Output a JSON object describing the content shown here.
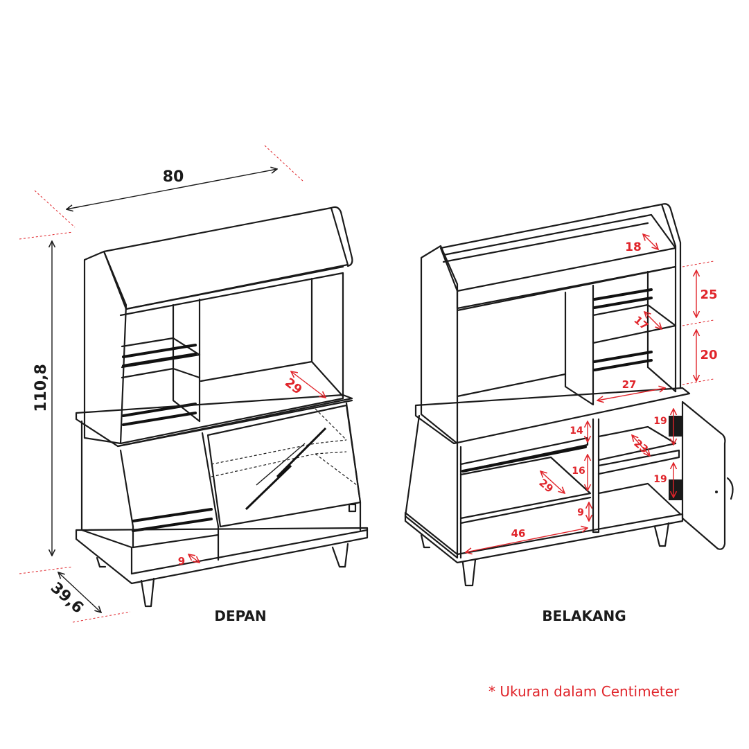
{
  "overall_dims": {
    "width": "80",
    "height": "110,8",
    "depth": "39,6"
  },
  "views": {
    "front": "DEPAN",
    "back": "BELAKANG"
  },
  "front_dims": {
    "top_shelf_depth": "29",
    "bottom_gap": "9"
  },
  "back_dims": {
    "hutch_top": "18",
    "hutch_upper_height": "25",
    "hutch_lower_height": "20",
    "hutch_shelf_depth": "17",
    "hutch_base_width": "27",
    "right_top_height": "19",
    "right_bottom_height": "19",
    "right_shelf_depth": "23",
    "left_upper_height": "14",
    "left_mid_height": "16",
    "left_low_height": "9",
    "left_shelf_depth": "29",
    "bottom_width": "46"
  },
  "note": "* Ukuran dalam Centimeter",
  "colors": {
    "line": "#1a1a1a",
    "dimension_red": "#e0242a",
    "background": "#ffffff"
  }
}
